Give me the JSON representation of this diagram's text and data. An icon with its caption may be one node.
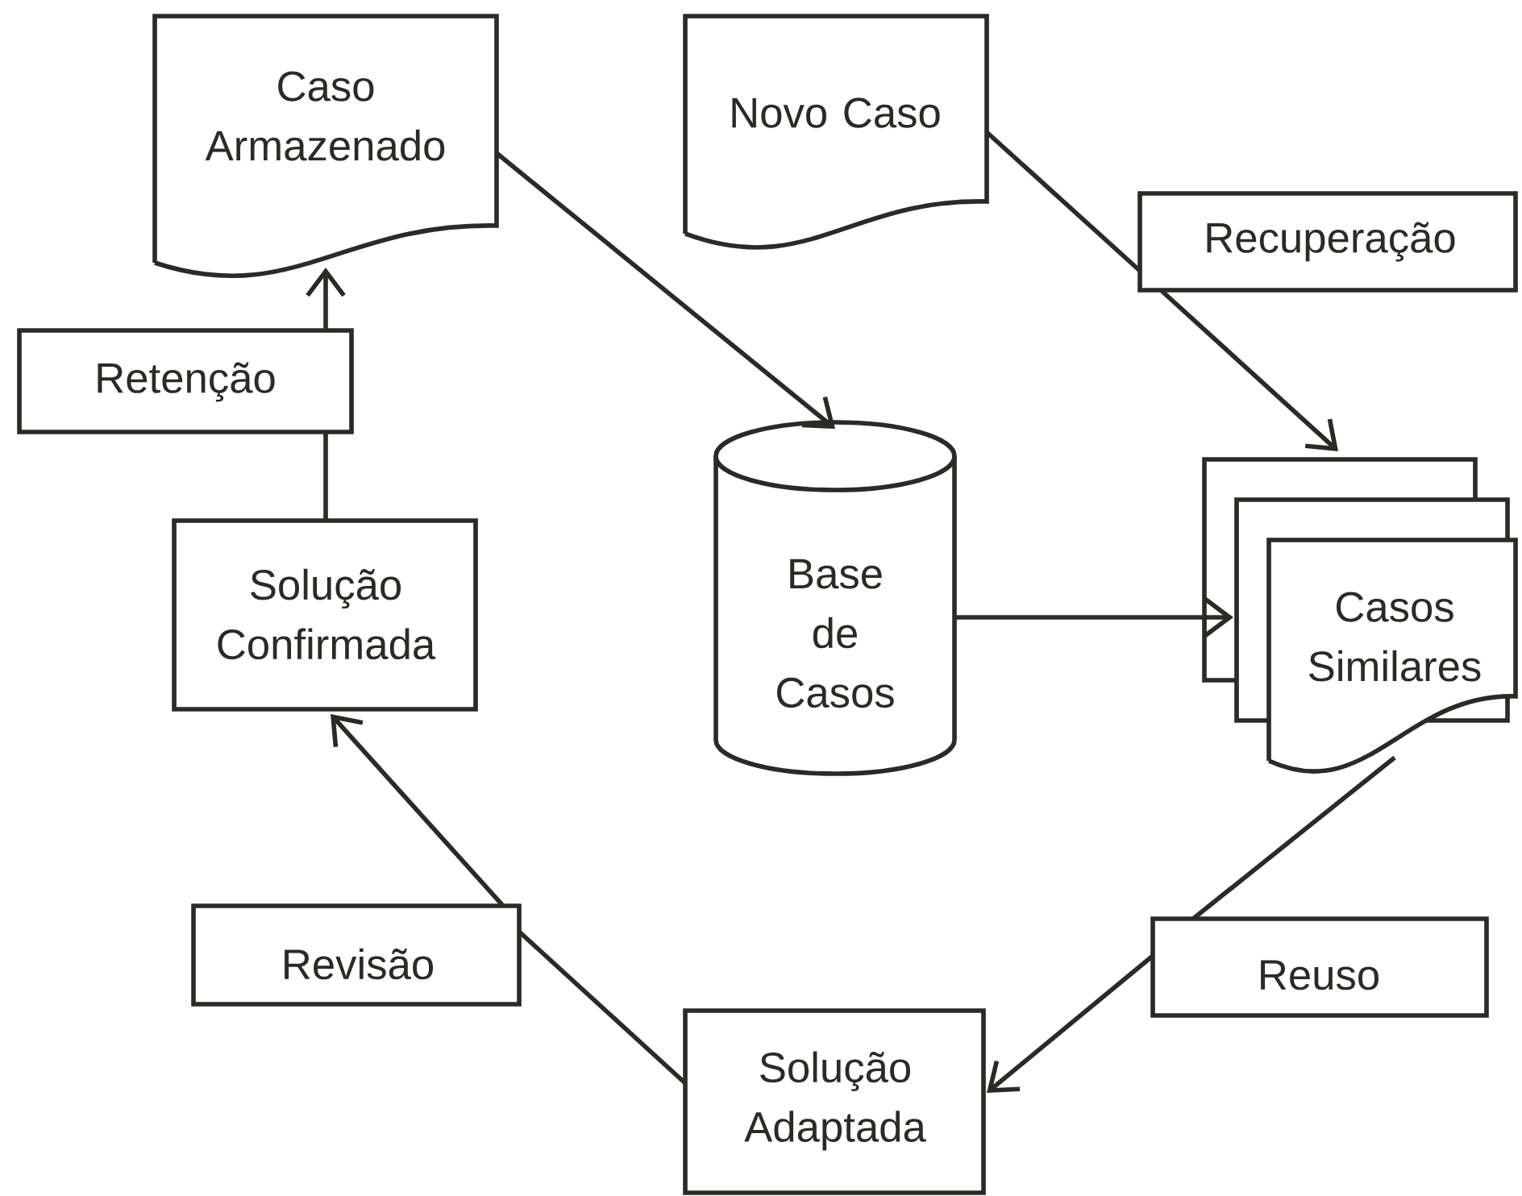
{
  "diagram": {
    "nodes": [
      {
        "text": [
          "Caso Armazenado"
        ]
      },
      {
        "text": [
          "Novo Caso"
        ]
      },
      {
        "text": [
          "Recuperação"
        ]
      },
      {
        "text": [
          "Retenção"
        ]
      },
      {
        "text": [
          "Base de Casos"
        ]
      },
      {
        "text": [
          "Casos Similares"
        ]
      },
      {
        "text": [
          "Solução Confirmada"
        ]
      },
      {
        "text": [
          "Revisão"
        ]
      },
      {
        "text": [
          "Reuso"
        ]
      },
      {
        "text": [
          "Solução Adaptada"
        ]
      }
    ],
    "edges": [
      {
        "from": 0,
        "to": 4,
        "arrow": "to"
      },
      {
        "from": 1,
        "to": 2,
        "arrow": "none"
      },
      {
        "from": 2,
        "to": 5,
        "arrow": "to"
      },
      {
        "from": 4,
        "to": 5,
        "arrow": "to"
      },
      {
        "from": 5,
        "to": 8,
        "arrow": "none"
      },
      {
        "from": 8,
        "to": 9,
        "arrow": "to"
      },
      {
        "from": 9,
        "to": 7,
        "arrow": "none"
      },
      {
        "from": 7,
        "to": 6,
        "arrow": "to"
      },
      {
        "from": 6,
        "to": 3,
        "arrow": "none"
      },
      {
        "from": 3,
        "to": 0,
        "arrow": "to"
      }
    ]
  }
}
